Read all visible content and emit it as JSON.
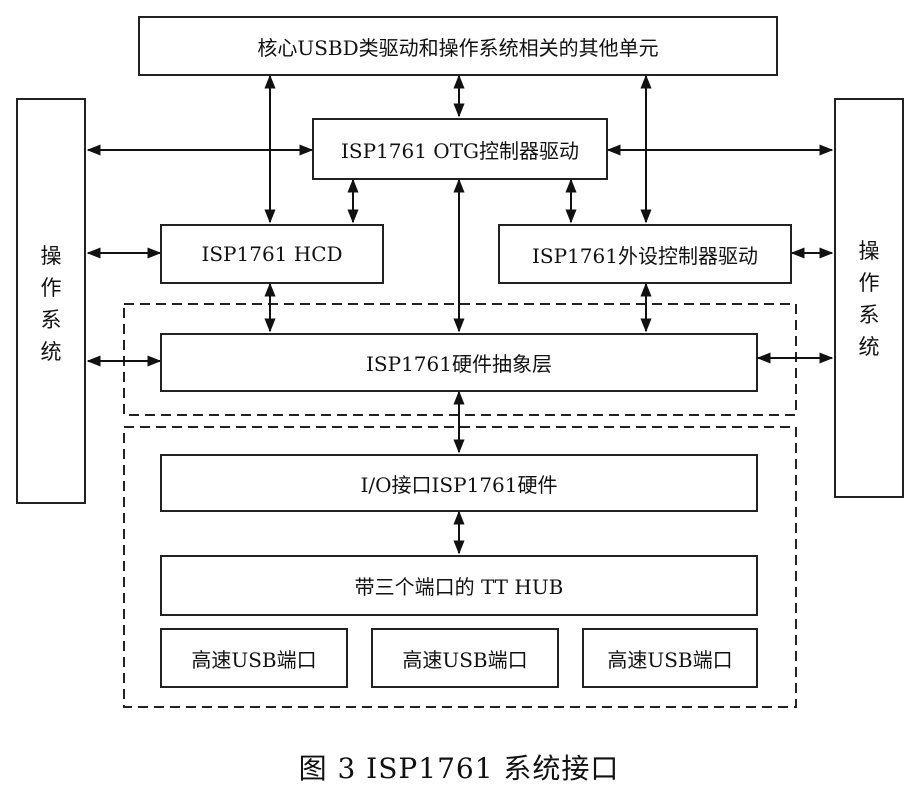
{
  "boxes": {
    "core": "核心USBD类驱动和操作系统相关的其他单元",
    "otg": "ISP1761 OTG控制器驱动",
    "hcd": "ISP1761 HCD",
    "periph": "ISP1761外设控制器驱动",
    "hal": "ISP1761硬件抽象层",
    "io": "I/O接口ISP1761硬件",
    "hub": "带三个端口的 TT HUB",
    "port1": "高速USB端口",
    "port2": "高速USB端口",
    "port3": "高速USB端口"
  },
  "os_left": [
    "操",
    "作",
    "系",
    "统"
  ],
  "os_right": [
    "操",
    "作",
    "系",
    "统"
  ],
  "caption": "图 3   ISP1761 系统接口"
}
